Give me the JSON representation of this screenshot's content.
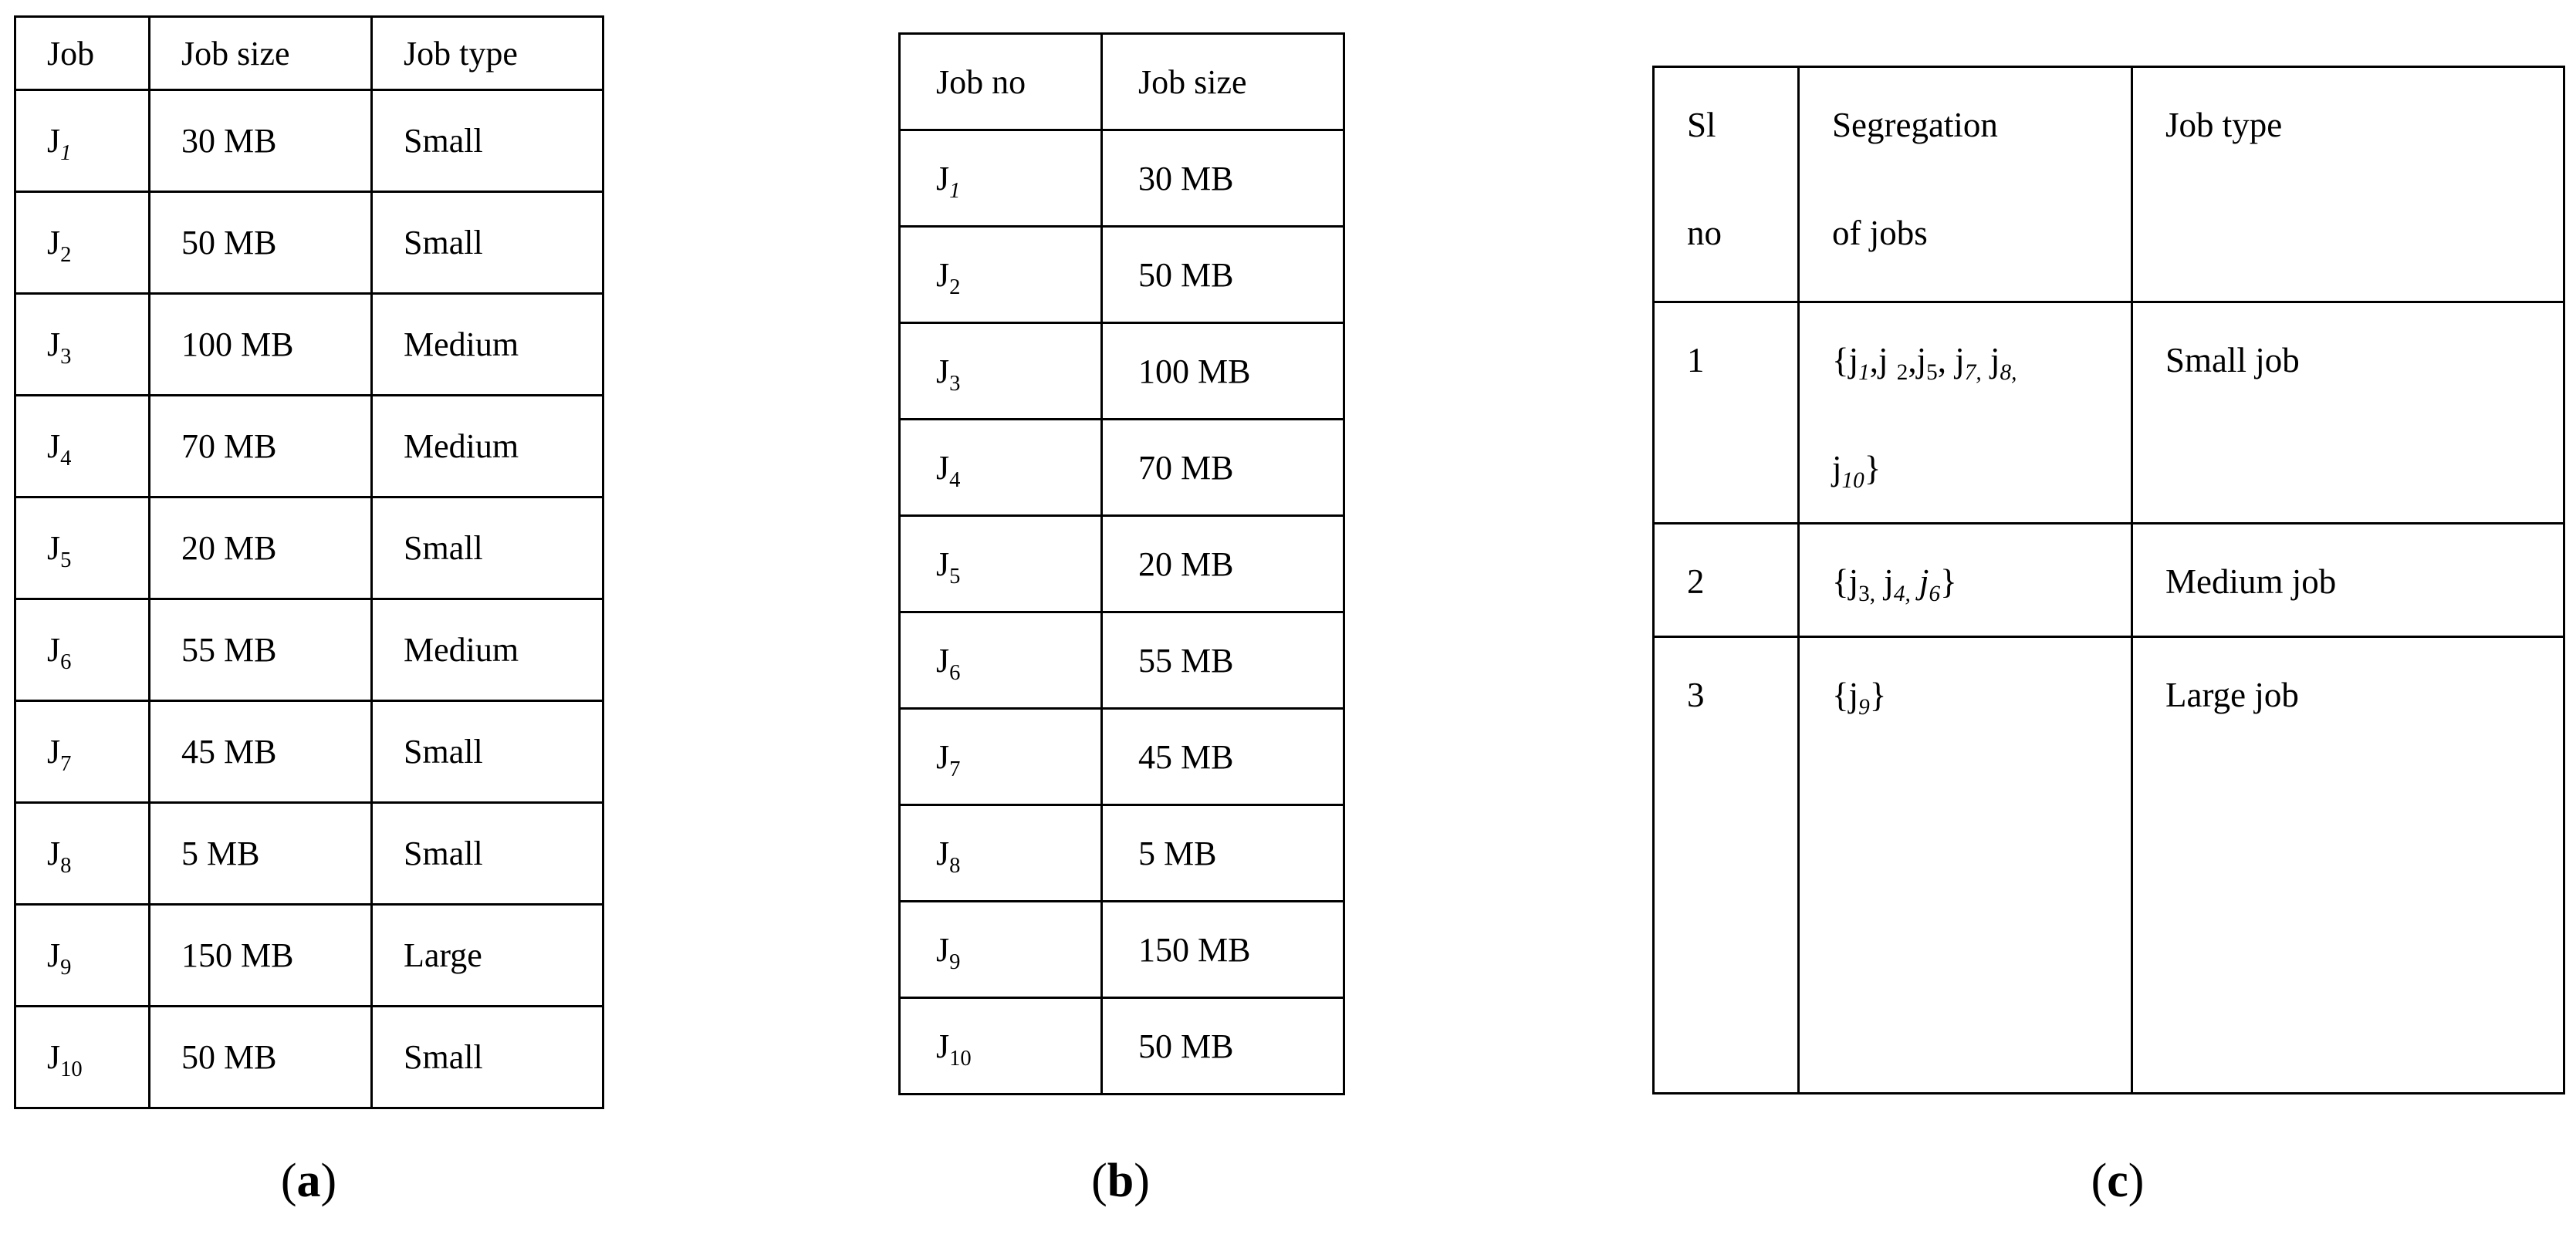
{
  "tables": {
    "a": {
      "caption_open": "(",
      "caption_letter": "a",
      "caption_close": ")",
      "headers": [
        "Job",
        "Job size",
        "Job type"
      ],
      "rows": [
        {
          "job": [
            "J",
            {
              "x": "1",
              "sub": true,
              "i": true
            }
          ],
          "size": "30 MB",
          "type": "Small"
        },
        {
          "job": [
            "J",
            {
              "x": "2",
              "sub": true
            }
          ],
          "size": "50 MB",
          "type": "Small"
        },
        {
          "job": [
            "J",
            {
              "x": "3",
              "sub": true
            }
          ],
          "size": "100 MB",
          "type": "Medium"
        },
        {
          "job": [
            "J",
            {
              "x": "4",
              "sub": true
            }
          ],
          "size": "70 MB",
          "type": "Medium"
        },
        {
          "job": [
            "J",
            {
              "x": "5",
              "sub": true
            }
          ],
          "size": "20 MB",
          "type": "Small"
        },
        {
          "job": [
            "J",
            {
              "x": "6",
              "sub": true
            }
          ],
          "size": "55 MB",
          "type": "Medium"
        },
        {
          "job": [
            "J",
            {
              "x": "7",
              "sub": true
            }
          ],
          "size": "45 MB",
          "type": "Small"
        },
        {
          "job": [
            "J",
            {
              "x": "8",
              "sub": true
            }
          ],
          "size": "5 MB",
          "type": "Small"
        },
        {
          "job": [
            "J",
            {
              "x": "9",
              "sub": true
            }
          ],
          "size": "150 MB",
          "type": "Large"
        },
        {
          "job": [
            "J",
            {
              "x": "10",
              "sub": true
            }
          ],
          "size": "50 MB",
          "type": "Small"
        }
      ]
    },
    "b": {
      "caption_open": "(",
      "caption_letter": "b",
      "caption_close": ")",
      "headers": [
        "Job no",
        "Job size"
      ],
      "rows": [
        {
          "job": [
            "J",
            {
              "x": "1",
              "sub": true,
              "i": true
            }
          ],
          "size": "30 MB"
        },
        {
          "job": [
            "J",
            {
              "x": "2",
              "sub": true
            }
          ],
          "size": "50 MB"
        },
        {
          "job": [
            "J",
            {
              "x": "3",
              "sub": true
            }
          ],
          "size": "100 MB"
        },
        {
          "job": [
            "J",
            {
              "x": "4",
              "sub": true
            }
          ],
          "size": "70 MB"
        },
        {
          "job": [
            "J",
            {
              "x": "5",
              "sub": true
            }
          ],
          "size": "20 MB"
        },
        {
          "job": [
            "J",
            {
              "x": "6",
              "sub": true
            }
          ],
          "size": "55 MB"
        },
        {
          "job": [
            "J",
            {
              "x": "7",
              "sub": true
            }
          ],
          "size": "45 MB"
        },
        {
          "job": [
            "J",
            {
              "x": "8",
              "sub": true
            }
          ],
          "size": "5 MB"
        },
        {
          "job": [
            "J",
            {
              "x": "9",
              "sub": true
            }
          ],
          "size": "150 MB"
        },
        {
          "job": [
            "J",
            {
              "x": "10",
              "sub": true
            }
          ],
          "size": "50 MB"
        }
      ]
    },
    "c": {
      "caption_open": "(",
      "caption_letter": "c",
      "caption_close": ")",
      "headers": [
        [
          "Sl",
          "no"
        ],
        [
          "Segregation",
          "of jobs"
        ],
        [
          "Job type"
        ]
      ],
      "rows": [
        {
          "sl": "1",
          "set_lines": [
            [
              "{j",
              {
                "x": "1",
                "sub": true,
                "i": true
              },
              ",j ",
              {
                "x": "2",
                "sub": true
              },
              ",j",
              {
                "x": "5",
                "sub": true
              },
              ", j",
              {
                "x": "7,",
                "sub": true,
                "i": true
              },
              " j",
              {
                "x": "8,",
                "sub": true,
                "i": true
              }
            ],
            [
              "j",
              {
                "x": "10",
                "sub": true,
                "i": true
              },
              "}"
            ]
          ],
          "type": "Small job"
        },
        {
          "sl": "2",
          "set_lines": [
            [
              "{j",
              {
                "x": "3,",
                "sub": true
              },
              " j",
              {
                "x": "4,",
                "sub": true,
                "i": true
              },
              " ",
              {
                "x": "j",
                "i": true
              },
              {
                "x": "6",
                "sub": true,
                "i": true
              },
              "}"
            ]
          ],
          "type": "Medium job"
        },
        {
          "sl": "3",
          "set_lines": [
            [
              "{j",
              {
                "x": "9",
                "sub": true,
                "i": true
              },
              "}"
            ]
          ],
          "type": "Large job"
        }
      ]
    }
  }
}
